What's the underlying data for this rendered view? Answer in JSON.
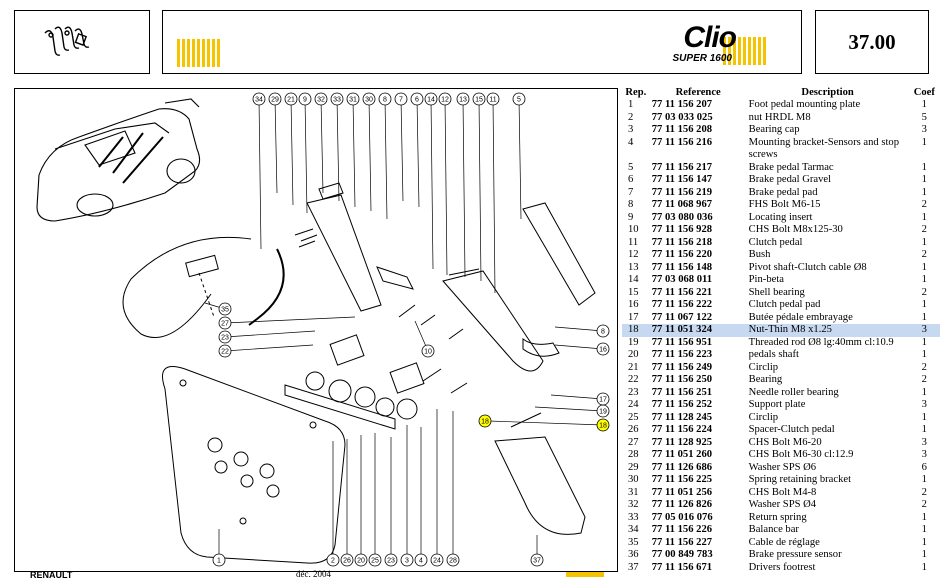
{
  "header": {
    "page_number": "37.00",
    "brand_main": "Clio",
    "brand_sub": "SUPER 1600"
  },
  "table": {
    "headers": {
      "rep": "Rep.",
      "reference": "Reference",
      "description": "Description",
      "coef": "Coef"
    },
    "highlighted_rep": "18",
    "rows": [
      {
        "rep": "1",
        "ref": "77 11 156 207",
        "desc": "Foot pedal mounting plate",
        "coef": "1"
      },
      {
        "rep": "2",
        "ref": "77 03 033 025",
        "desc": "nut HRDL M8",
        "coef": "5"
      },
      {
        "rep": "3",
        "ref": "77 11 156 208",
        "desc": "Bearing cap",
        "coef": "3"
      },
      {
        "rep": "4",
        "ref": "77 11 156 216",
        "desc": "Mounting bracket-Sensors and stop screws",
        "coef": "1"
      },
      {
        "rep": "5",
        "ref": "77 11 156 217",
        "desc": "Brake pedal Tarmac",
        "coef": "1"
      },
      {
        "rep": "6",
        "ref": "77 11 156 147",
        "desc": "Brake pedal Gravel",
        "coef": "1"
      },
      {
        "rep": "7",
        "ref": "77 11 156 219",
        "desc": "Brake pedal pad",
        "coef": "1"
      },
      {
        "rep": "8",
        "ref": "77 11 068 967",
        "desc": "FHS Bolt M6-15",
        "coef": "2"
      },
      {
        "rep": "9",
        "ref": "77 03 080 036",
        "desc": "Locating insert",
        "coef": "1"
      },
      {
        "rep": "10",
        "ref": "77 11 156 928",
        "desc": "CHS Bolt M8x125-30",
        "coef": "2"
      },
      {
        "rep": "11",
        "ref": "77 11 156 218",
        "desc": "Clutch pedal",
        "coef": "1"
      },
      {
        "rep": "12",
        "ref": "77 11 156 220",
        "desc": "Bush",
        "coef": "2"
      },
      {
        "rep": "13",
        "ref": "77 11 156 148",
        "desc": "Pivot shaft-Clutch cable Ø8",
        "coef": "1"
      },
      {
        "rep": "14",
        "ref": "77 03 068 011",
        "desc": "Pin-beta",
        "coef": "1"
      },
      {
        "rep": "15",
        "ref": "77 11 156 221",
        "desc": "Shell bearing",
        "coef": "2"
      },
      {
        "rep": "16",
        "ref": "77 11 156 222",
        "desc": "Clutch pedal pad",
        "coef": "1"
      },
      {
        "rep": "17",
        "ref": "77 11 067 122",
        "desc": "Butée pédale embrayage",
        "coef": "1"
      },
      {
        "rep": "18",
        "ref": "77 11 051 324",
        "desc": "Nut-Thin M8 x1.25",
        "coef": "3"
      },
      {
        "rep": "19",
        "ref": "77 11 156 951",
        "desc": "Threaded rod Ø8 lg:40mm cl:10.9",
        "coef": "1"
      },
      {
        "rep": "20",
        "ref": "77 11 156 223",
        "desc": "pedals shaft",
        "coef": "1"
      },
      {
        "rep": "21",
        "ref": "77 11 156 249",
        "desc": "Circlip",
        "coef": "2"
      },
      {
        "rep": "22",
        "ref": "77 11 156 250",
        "desc": "Bearing",
        "coef": "2"
      },
      {
        "rep": "23",
        "ref": "77 11 156 251",
        "desc": "Needle roller bearing",
        "coef": "1"
      },
      {
        "rep": "24",
        "ref": "77 11 156 252",
        "desc": "Support plate",
        "coef": "3"
      },
      {
        "rep": "25",
        "ref": "77 11 128 245",
        "desc": "Circlip",
        "coef": "1"
      },
      {
        "rep": "26",
        "ref": "77 11 156 224",
        "desc": "Spacer-Clutch pedal",
        "coef": "1"
      },
      {
        "rep": "27",
        "ref": "77 11 128 925",
        "desc": "CHS Bolt M6-20",
        "coef": "3"
      },
      {
        "rep": "28",
        "ref": "77 11 051 260",
        "desc": "CHS Bolt M6-30 cl:12.9",
        "coef": "3"
      },
      {
        "rep": "29",
        "ref": "77 11 126 686",
        "desc": "Washer SPS Ø6",
        "coef": "6"
      },
      {
        "rep": "30",
        "ref": "77 11 156 225",
        "desc": "Spring retaining bracket",
        "coef": "1"
      },
      {
        "rep": "31",
        "ref": "77 11 051 256",
        "desc": "CHS Bolt M4-8",
        "coef": "2"
      },
      {
        "rep": "32",
        "ref": "77 11 126 826",
        "desc": "Washer SPS Ø4",
        "coef": "2"
      },
      {
        "rep": "33",
        "ref": "77 05 016 076",
        "desc": "Return spring",
        "coef": "1"
      },
      {
        "rep": "34",
        "ref": "77 11 156 226",
        "desc": "Balance bar",
        "coef": "1"
      },
      {
        "rep": "35",
        "ref": "77 11 156 227",
        "desc": "Cable de réglage",
        "coef": "1"
      },
      {
        "rep": "36",
        "ref": "77 00 849 783",
        "desc": "Brake pressure sensor",
        "coef": "1"
      },
      {
        "rep": "37",
        "ref": "77 11 156 671",
        "desc": "Drivers footrest",
        "coef": "1"
      }
    ]
  },
  "diagram": {
    "top_callouts": [
      "34",
      "29",
      "21",
      "9",
      "32",
      "33",
      "31",
      "30",
      "8",
      "7",
      "6",
      "14",
      "12",
      "13",
      "15",
      "11",
      "5"
    ],
    "bottom_callouts": [
      "1",
      "2",
      "26",
      "20",
      "25",
      "23",
      "3",
      "4",
      "24",
      "28",
      "37"
    ],
    "left_callouts": [
      "35",
      "27",
      "23",
      "22"
    ],
    "right_callouts": [
      "8",
      "16",
      "17",
      "19",
      "18"
    ],
    "mid_callouts": [
      "18",
      "10"
    ],
    "highlight_color": "#ffff00"
  },
  "footer": {
    "left_text": "RENAULT",
    "mid_text": "déc. 2004"
  }
}
